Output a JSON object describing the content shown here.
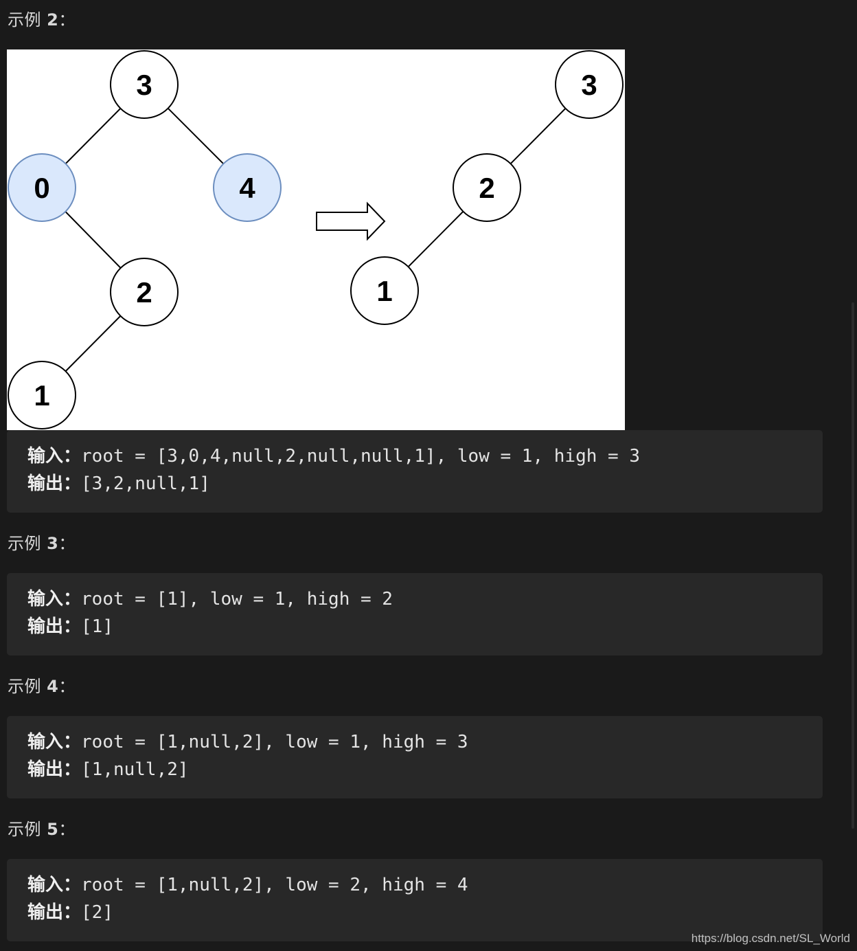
{
  "examples": [
    {
      "heading_prefix": "示例 ",
      "heading_num": "2",
      "heading_colon": "：",
      "input_label": "输入：",
      "input_value": "root = [3,0,4,null,2,null,null,1], low = 1, high = 3",
      "output_label": "输出：",
      "output_value": "[3,2,null,1]"
    },
    {
      "heading_prefix": "示例 ",
      "heading_num": "3",
      "heading_colon": "：",
      "input_label": "输入：",
      "input_value": "root = [1], low = 1, high = 2",
      "output_label": "输出：",
      "output_value": "[1]"
    },
    {
      "heading_prefix": "示例 ",
      "heading_num": "4",
      "heading_colon": "：",
      "input_label": "输入：",
      "input_value": "root = [1,null,2], low = 1, high = 3",
      "output_label": "输出：",
      "output_value": "[1,null,2]"
    },
    {
      "heading_prefix": "示例 ",
      "heading_num": "5",
      "heading_colon": "：",
      "input_label": "输入：",
      "input_value": "root = [1,null,2], low = 2, high = 4",
      "output_label": "输出：",
      "output_value": "[2]"
    }
  ],
  "diagram": {
    "before_nodes": [
      "3",
      "0",
      "4",
      "2",
      "1"
    ],
    "after_nodes": [
      "3",
      "2",
      "1"
    ],
    "removed_fill": "#dae8fc",
    "removed_stroke": "#6c8ebf",
    "node_fill": "#ffffff",
    "node_stroke": "#000000"
  },
  "watermark": "https://blog.csdn.net/SL_World",
  "colors": {
    "page_background": "#1a1a1a",
    "code_background": "#282828",
    "text": "#e4e4e4"
  }
}
